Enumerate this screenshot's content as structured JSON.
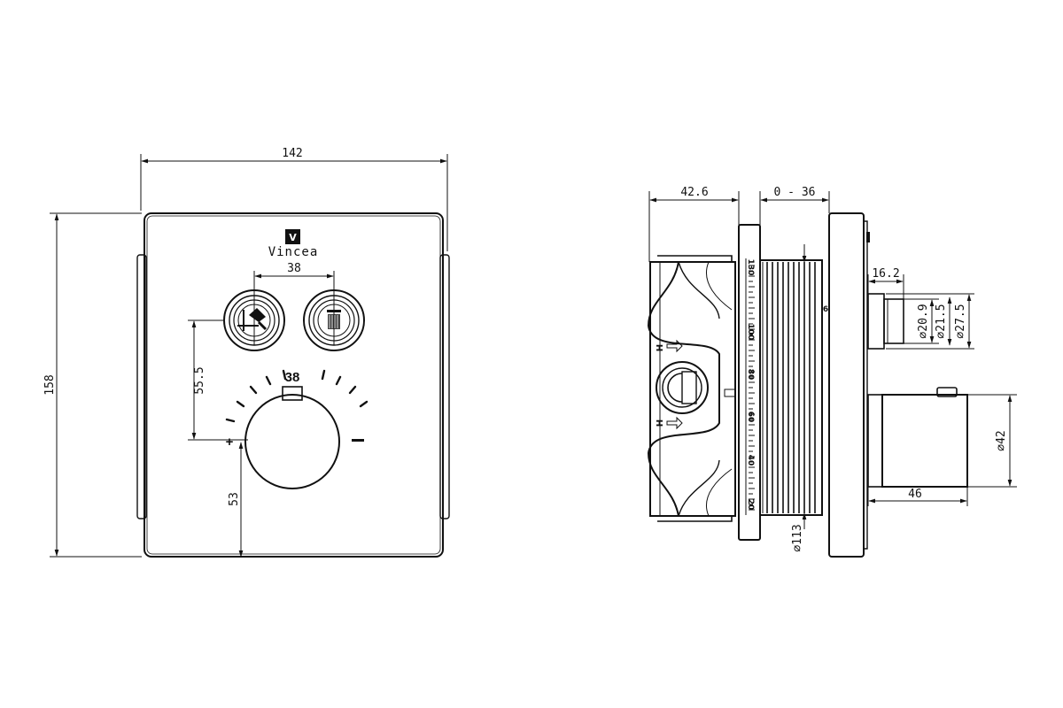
{
  "front": {
    "brand_mark": "V",
    "brand_name": "Vincea",
    "knob_value": "38",
    "plus_symbol": "+",
    "width_dim": "142",
    "height_dim": "158",
    "spacing_dim": "38",
    "button_height_dim": "55.5",
    "knob_height_dim": "53"
  },
  "side": {
    "depth_dim": "42.6",
    "adjust_dim": "0 - 36",
    "shaft_len_dim": "16.2",
    "dia_1": "∅20.9",
    "dia_2": "∅21.5",
    "dia_3": "∅27.5",
    "handle_dia": "∅42",
    "handle_len": "46",
    "flange_dia": "∅113",
    "port_label_1": "H",
    "port_label_2": "H",
    "scale_labels": [
      "20",
      "40",
      "60",
      "80",
      "100",
      "130"
    ],
    "side_mark": "6"
  }
}
